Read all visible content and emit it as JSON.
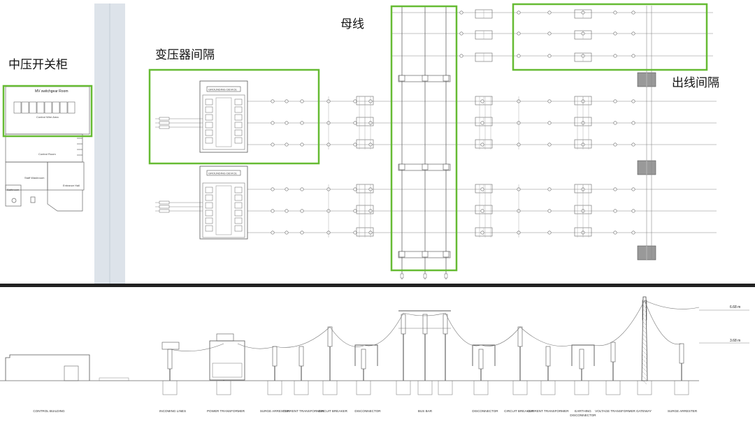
{
  "annotations": {
    "mv_switchgear": "中压开关柜",
    "transformer_bay": "变压器间隔",
    "busbar": "母线",
    "feeder_bay": "出线间隔"
  },
  "building": {
    "mv_room": "MV switchgear Room",
    "mv_room_sub": "Control Wire Area",
    "control_room": "Control Room",
    "staff_washroom": "Staff Washroom",
    "entrance_hall": "Entrance Hall",
    "bathroom": "Bathroom"
  },
  "grounding_device": "GROUNDING DEVICE",
  "heights": {
    "top": "6.68 m",
    "mid": "3.68 m"
  },
  "section_labels": [
    "CONTROL BUILDING",
    "INCOMING LINES",
    "POWER TRANSFORMER",
    "SURGE ARRESTER",
    "CURRENT TRANSFORMER",
    "CIRCUIT BREAKER",
    "DISCONNECTOR",
    "BUS BAR",
    "DISCONNECTOR",
    "CIRCUIT BREAKER",
    "CURRENT TRANSFORMER",
    "EARTHING DISCONNECTOR",
    "VOLTAGE TRANSFORMER",
    "GATEWAY",
    "SURGE ARRESTER"
  ],
  "colors": {
    "highlight": "#66bb33",
    "divider": "#222222",
    "corridor": "#dde3ea",
    "line": "#555555"
  }
}
